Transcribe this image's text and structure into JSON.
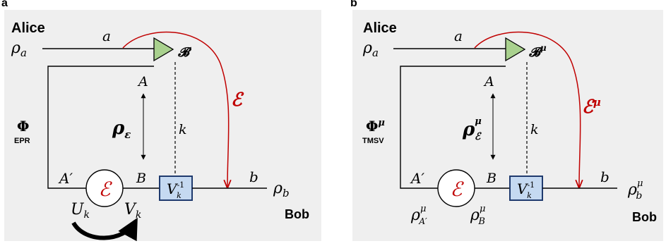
{
  "colors": {
    "panel_bg": "#efefef",
    "red": "#c00000",
    "triangle_fill": "#a9d18e",
    "box_fill": "#c5d9f1",
    "box_stroke": "#1f3a6e"
  },
  "panel_a": {
    "letter": "a",
    "alice": "Alice",
    "bob": "Bob",
    "rho_a": "ρ",
    "rho_a_sub": "a",
    "wire_a": "a",
    "beam_splitter": "𝓑",
    "label_A": "A",
    "label_k": "k",
    "rho_eps": "ρ",
    "rho_eps_sub": "ε",
    "channel_red": "ℰ",
    "phi": "Φ",
    "phi_sub": "EPR",
    "label_A_prime": "A′",
    "channel_circle": "ℰ",
    "label_B": "B",
    "box_main": "V",
    "box_sub": "k",
    "box_sup": "-1",
    "label_b": "b",
    "rho_b": "ρ",
    "rho_b_sub": "b",
    "U": "U",
    "U_sub": "k",
    "V": "V",
    "V_sub": "k"
  },
  "panel_b": {
    "letter": "b",
    "alice": "Alice",
    "bob": "Bob",
    "rho_a": "ρ",
    "rho_a_sub": "a",
    "wire_a": "a",
    "beam_splitter": "𝓑",
    "beam_splitter_sup": "μ",
    "label_A": "A",
    "label_k": "k",
    "rho_eps": "ρ",
    "rho_eps_sup": "μ",
    "rho_eps_sub": "ℰ",
    "channel_red": "ℰ",
    "channel_red_sup": "μ",
    "phi": "Φ",
    "phi_sup": "μ",
    "phi_sub": "TMSV",
    "label_A_prime": "A′",
    "channel_circle": "ℰ",
    "label_B": "B",
    "box_main": "V",
    "box_sub": "k",
    "box_sup": "-1",
    "label_b": "b",
    "rho_b": "ρ",
    "rho_b_sup": "μ",
    "rho_b_sub": "b",
    "rho_A_prime": "ρ",
    "rho_A_prime_sup": "μ",
    "rho_A_prime_sub": "A′",
    "rho_B": "ρ",
    "rho_B_sup": "μ",
    "rho_B_sub": "B"
  }
}
